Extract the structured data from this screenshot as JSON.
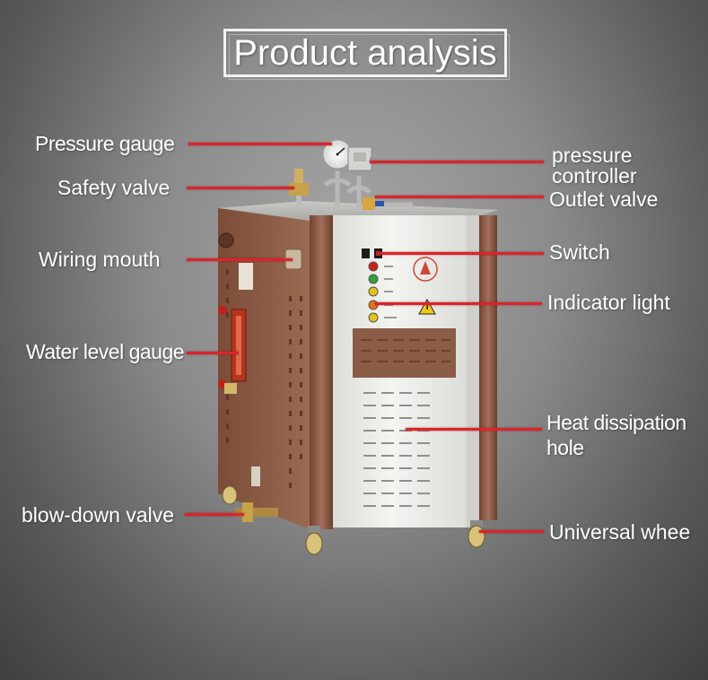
{
  "title": "Product analysis",
  "labels": {
    "pressure_gauge": "Pressure gauge",
    "safety_valve": "Safety valve",
    "wiring_mouth": "Wiring mouth",
    "water_level_gauge": "Water level gauge",
    "blow_down_valve": "blow-down valve",
    "pressure_controller_line1": "pressure",
    "pressure_controller_line2": "controller",
    "outlet_valve": "Outlet valve",
    "switch": "Switch",
    "indicator_light": "Indicator light",
    "heat_dissipation_line1": "Heat dissipation",
    "heat_dissipation_line2": "hole",
    "universal_wheel": "Universal whee"
  },
  "colors": {
    "leader_line": "#d9252b",
    "cabinet_brown": "#8a5a44",
    "front_panel": "#e9e9e6"
  },
  "icons": {
    "warning": "warning-triangle-icon",
    "logo": "brand-logo-icon"
  }
}
